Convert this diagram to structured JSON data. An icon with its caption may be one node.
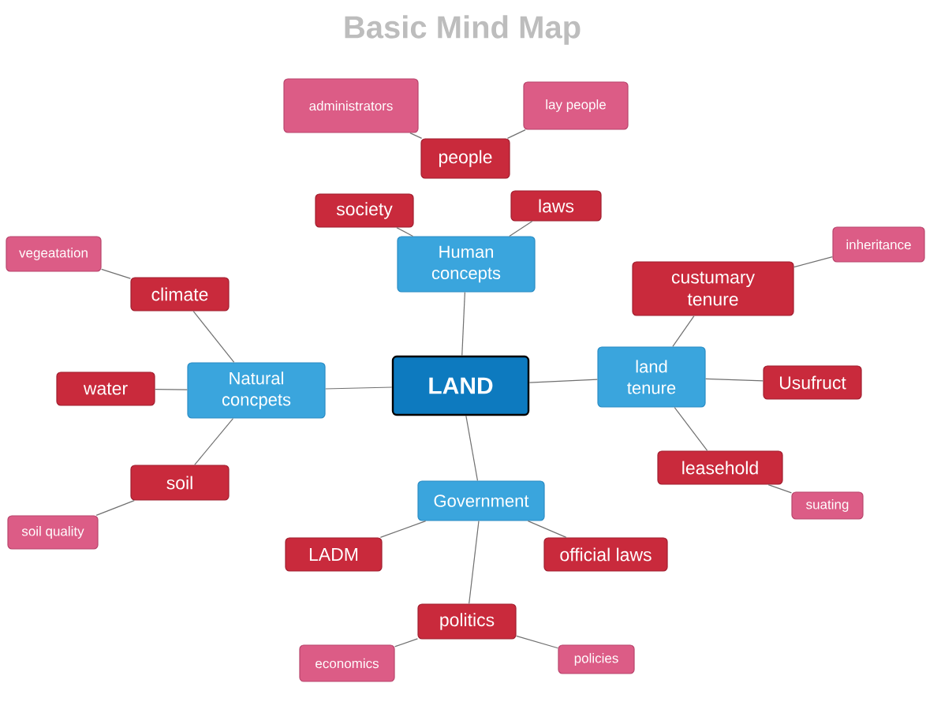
{
  "diagram": {
    "title": "Basic Mind Map",
    "nodes": [
      {
        "text": [
          "LAND"
        ]
      },
      {
        "text": [
          "Human concepts"
        ]
      },
      {
        "text": [
          "society"
        ]
      },
      {
        "text": [
          "laws"
        ]
      },
      {
        "text": [
          "people"
        ]
      },
      {
        "text": [
          "administrators"
        ]
      },
      {
        "text": [
          "lay people"
        ]
      },
      {
        "text": [
          "Natural concpets"
        ]
      },
      {
        "text": [
          "climate"
        ]
      },
      {
        "text": [
          "vegeatation"
        ]
      },
      {
        "text": [
          "water"
        ]
      },
      {
        "text": [
          "soil"
        ]
      },
      {
        "text": [
          "soil quality"
        ]
      },
      {
        "text": [
          "land tenure"
        ]
      },
      {
        "text": [
          "custumary tenure"
        ]
      },
      {
        "text": [
          "inheritance"
        ]
      },
      {
        "text": [
          "Usufruct"
        ]
      },
      {
        "text": [
          "leasehold"
        ]
      },
      {
        "text": [
          "suating"
        ]
      },
      {
        "text": [
          "Government"
        ]
      },
      {
        "text": [
          "LADM"
        ]
      },
      {
        "text": [
          "official laws"
        ]
      },
      {
        "text": [
          "politics"
        ]
      },
      {
        "text": [
          "economics"
        ]
      },
      {
        "text": [
          "policies"
        ]
      }
    ],
    "edges": [
      {
        "from": 0,
        "to": 1,
        "arrow": "none"
      },
      {
        "from": 1,
        "to": 2,
        "arrow": "none"
      },
      {
        "from": 1,
        "to": 3,
        "arrow": "none"
      },
      {
        "from": 4,
        "to": 5,
        "arrow": "none"
      },
      {
        "from": 4,
        "to": 6,
        "arrow": "none"
      },
      {
        "from": 0,
        "to": 7,
        "arrow": "none"
      },
      {
        "from": 7,
        "to": 8,
        "arrow": "none"
      },
      {
        "from": 8,
        "to": 9,
        "arrow": "none"
      },
      {
        "from": 7,
        "to": 10,
        "arrow": "none"
      },
      {
        "from": 7,
        "to": 11,
        "arrow": "none"
      },
      {
        "from": 11,
        "to": 12,
        "arrow": "none"
      },
      {
        "from": 0,
        "to": 13,
        "arrow": "none"
      },
      {
        "from": 13,
        "to": 14,
        "arrow": "none"
      },
      {
        "from": 14,
        "to": 15,
        "arrow": "none"
      },
      {
        "from": 13,
        "to": 16,
        "arrow": "none"
      },
      {
        "from": 13,
        "to": 17,
        "arrow": "none"
      },
      {
        "from": 17,
        "to": 18,
        "arrow": "none"
      },
      {
        "from": 0,
        "to": 19,
        "arrow": "none"
      },
      {
        "from": 19,
        "to": 20,
        "arrow": "none"
      },
      {
        "from": 19,
        "to": 21,
        "arrow": "none"
      },
      {
        "from": 19,
        "to": 22,
        "arrow": "none"
      },
      {
        "from": 22,
        "to": 23,
        "arrow": "none"
      },
      {
        "from": 22,
        "to": 24,
        "arrow": "none"
      }
    ]
  }
}
